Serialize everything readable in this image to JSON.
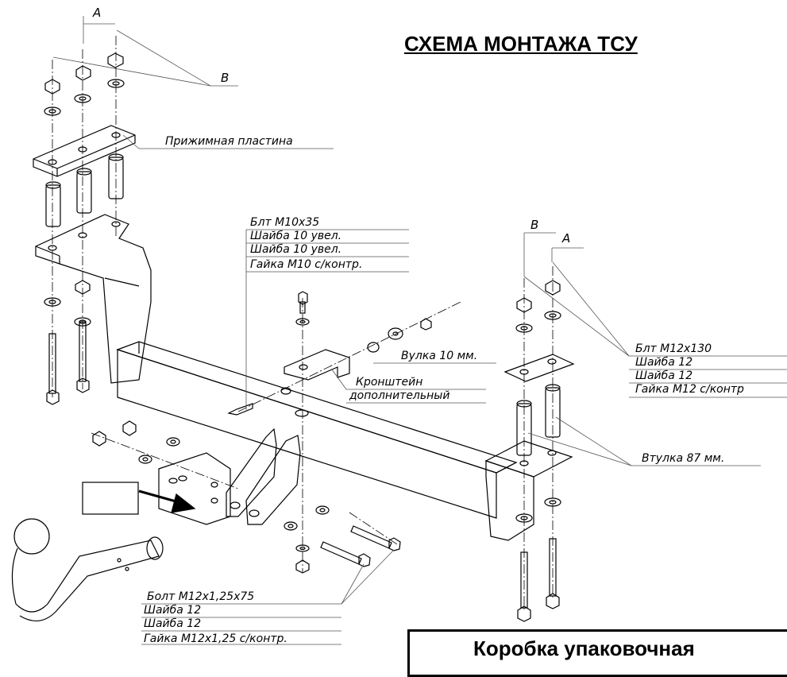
{
  "title": "СХЕМА МОНТАЖА ТСУ",
  "marks": {
    "a_top": "A",
    "b_top": "B",
    "b_right": "B",
    "a_right": "A"
  },
  "labels": {
    "clamp_plate": "Прижимная пластина",
    "bolt_m10": "Блт М10х35",
    "washer10_1": "Шайба 10 увел.",
    "washer10_2": "Шайба 10 увел.",
    "nut_m10": "Гайка М10 с/контр.",
    "sleeve10": "Вулка 10 мм.",
    "bracket_1": "Кронштейн",
    "bracket_2": "дополнительный",
    "bolt_m12": "Блт М12х130",
    "washer12_a": "Шайба 12",
    "washer12_b": "Шайба 12",
    "nut_m12": "Гайка М12 с/контр",
    "sleeve87": "Втулка 87 мм.",
    "bolt_m12_125": "Болт М12х1,25х75",
    "washer12_c": "Шайба 12",
    "washer12_d": "Шайба 12",
    "nut_m12_125": "Гайка М12х1,25 с/контр."
  },
  "box": {
    "text": "Коробка упаковочная"
  }
}
